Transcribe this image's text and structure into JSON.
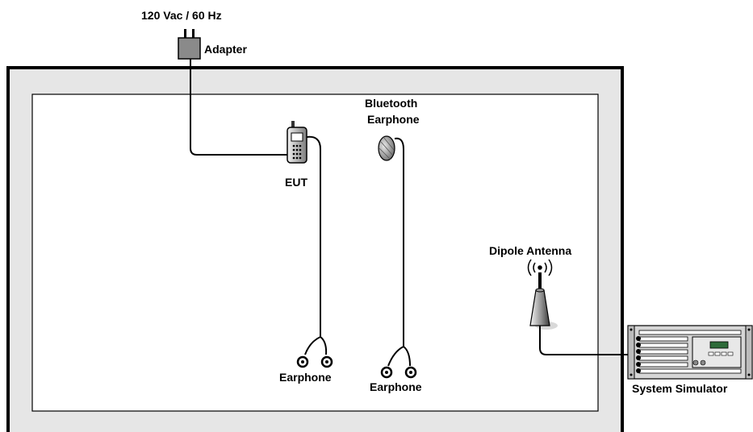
{
  "labels": {
    "power_source": "120 Vac / 60 Hz",
    "adapter": "Adapter",
    "eut": "EUT",
    "bluetooth_line1": "Bluetooth",
    "bluetooth_line2": "Earphone",
    "earphone_left": "Earphone",
    "earphone_right": "Earphone",
    "dipole_antenna": "Dipole Antenna",
    "system_simulator": "System Simulator"
  },
  "colors": {
    "chamber_fill": "#e6e6e6",
    "chamber_border": "#000000",
    "inner_area": "#ffffff",
    "device_gray": "#8a8a8a",
    "cable": "#000000"
  },
  "icons": [
    "plug-icon",
    "adapter-icon",
    "phone-icon",
    "bluetooth-earphone-icon",
    "earphone-icon",
    "antenna-icon",
    "radio-waves-icon",
    "system-simulator-icon"
  ]
}
